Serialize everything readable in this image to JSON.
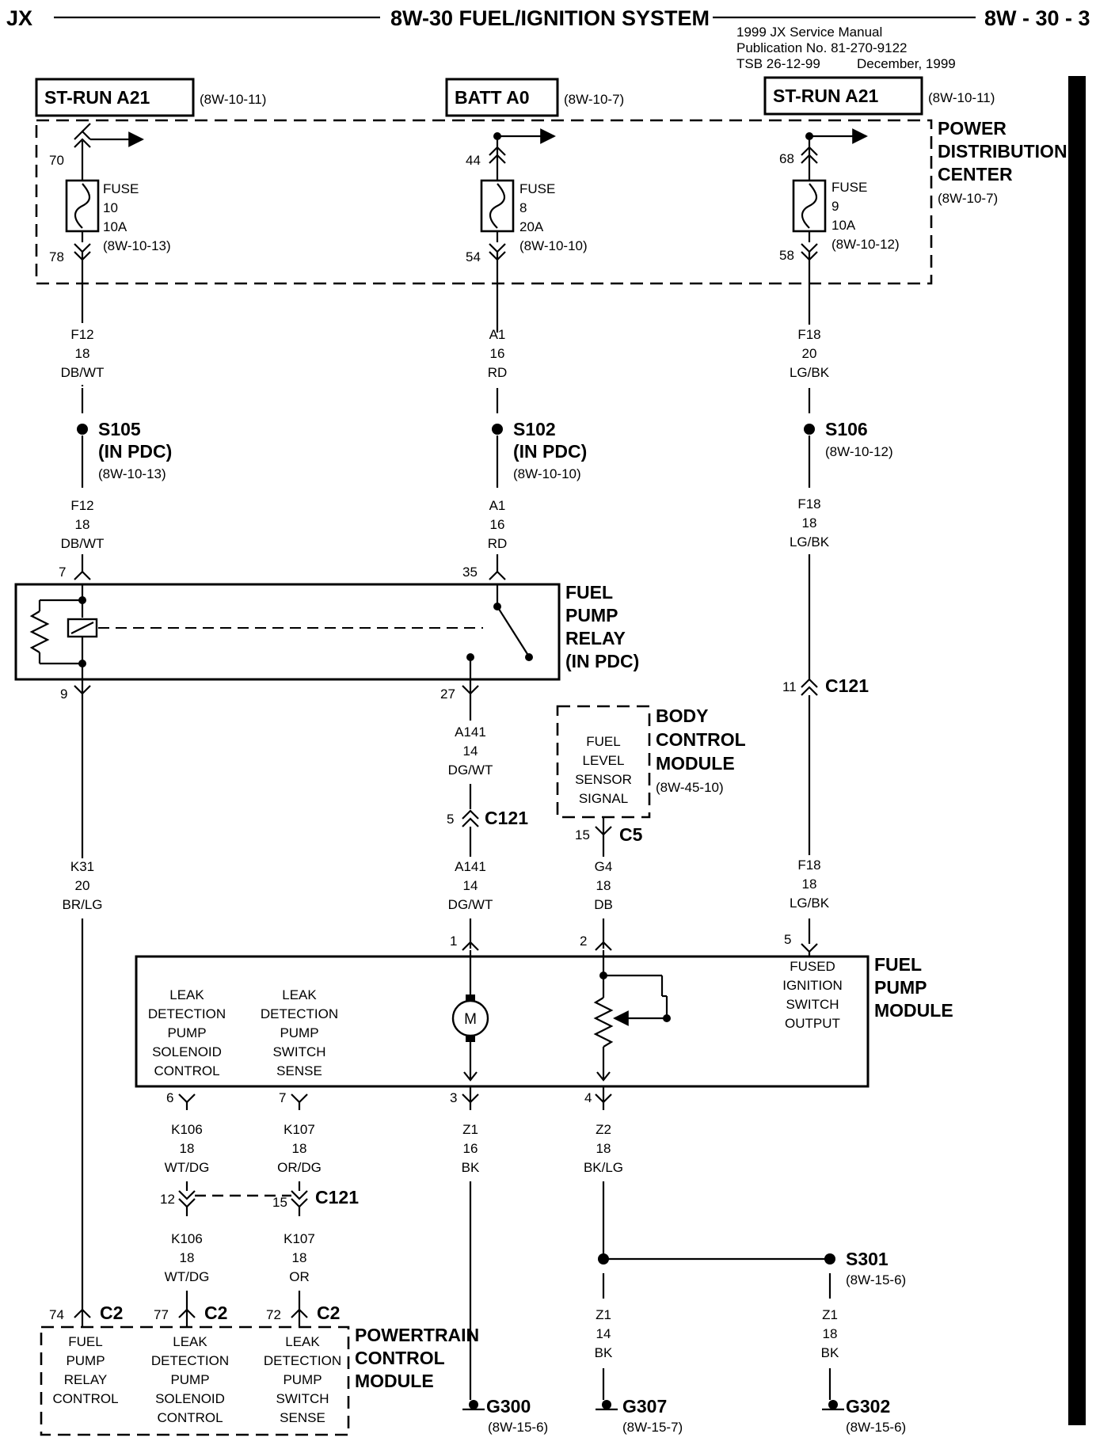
{
  "header": {
    "left": "JX",
    "title": "8W-30 FUEL/IGNITION SYSTEM",
    "page": "8W - 30 - 3",
    "manual": "1999 JX Service Manual",
    "publication": "Publication No. 81-270-9122",
    "tsb": "TSB 26-12-99",
    "date": "December, 1999"
  },
  "sources": [
    {
      "label": "ST-RUN A21",
      "ref": "(8W-10-11)"
    },
    {
      "label": "BATT A0",
      "ref": "(8W-10-7)"
    },
    {
      "label": "ST-RUN A21",
      "ref": "(8W-10-11)"
    }
  ],
  "pdc": {
    "l1": "POWER",
    "l2": "DISTRIBUTION",
    "l3": "CENTER",
    "ref": "(8W-10-7)"
  },
  "fuses": [
    {
      "pin_in": "70",
      "pin_out": "78",
      "l1": "FUSE",
      "l2": "10",
      "l3": "10A",
      "ref": "(8W-10-13)"
    },
    {
      "pin_in": "44",
      "pin_out": "54",
      "l1": "FUSE",
      "l2": "8",
      "l3": "20A",
      "ref": "(8W-10-10)"
    },
    {
      "pin_in": "68",
      "pin_out": "58",
      "l1": "FUSE",
      "l2": "9",
      "l3": "10A",
      "ref": "(8W-10-12)"
    }
  ],
  "wires": {
    "w1": [
      "F12",
      "18",
      "DB/WT"
    ],
    "w2": [
      "A1",
      "16",
      "RD"
    ],
    "w3": [
      "F18",
      "20",
      "LG/BK"
    ],
    "w4": [
      "F12",
      "18",
      "DB/WT"
    ],
    "w5": [
      "A1",
      "16",
      "RD"
    ],
    "w6": [
      "F18",
      "18",
      "LG/BK"
    ],
    "w7": [
      "A141",
      "14",
      "DG/WT"
    ],
    "w8": [
      "K31",
      "20",
      "BR/LG"
    ],
    "w9": [
      "A141",
      "14",
      "DG/WT"
    ],
    "w10": [
      "G4",
      "18",
      "DB"
    ],
    "w11": [
      "F18",
      "18",
      "LG/BK"
    ],
    "w12": [
      "K106",
      "18",
      "WT/DG"
    ],
    "w13": [
      "K107",
      "18",
      "OR/DG"
    ],
    "w14": [
      "Z1",
      "16",
      "BK"
    ],
    "w15": [
      "Z2",
      "18",
      "BK/LG"
    ],
    "w16": [
      "K106",
      "18",
      "WT/DG"
    ],
    "w17": [
      "K107",
      "18",
      "OR"
    ],
    "w18": [
      "Z1",
      "14",
      "BK"
    ],
    "w19": [
      "Z1",
      "18",
      "BK"
    ]
  },
  "splices": [
    {
      "name": "S105",
      "sub": "(IN PDC)",
      "ref": "(8W-10-13)"
    },
    {
      "name": "S102",
      "sub": "(IN PDC)",
      "ref": "(8W-10-10)"
    },
    {
      "name": "S106",
      "ref": "(8W-10-12)"
    },
    {
      "name": "S301",
      "ref": "(8W-15-6)"
    }
  ],
  "relay": {
    "l1": "FUEL",
    "l2": "PUMP",
    "l3": "RELAY",
    "l4": "(IN PDC)",
    "pin_a": "7",
    "pin_b": "35",
    "pin_c": "9",
    "pin_d": "27"
  },
  "bcm": {
    "l1": "BODY",
    "l2": "CONTROL",
    "l3": "MODULE",
    "ref": "(8W-45-10)",
    "s1": "FUEL",
    "s2": "LEVEL",
    "s3": "SENSOR",
    "s4": "SIGNAL",
    "pin": "15",
    "conn": "C5"
  },
  "connectors": {
    "c121_a_pin": "11",
    "c121_a": "C121",
    "c121_b_pin": "5",
    "c121_b": "C121",
    "c121_c_pin1": "12",
    "c121_c_pin2": "15",
    "c121_c": "C121"
  },
  "fpm": {
    "l1": "FUEL",
    "l2": "PUMP",
    "l3": "MODULE",
    "pin1": "1",
    "pin2": "2",
    "pin5": "5",
    "pin3": "3",
    "pin4": "4",
    "pin6": "6",
    "pin7": "7",
    "motor": "M",
    "c1": [
      "LEAK",
      "DETECTION",
      "PUMP",
      "SOLENOID",
      "CONTROL"
    ],
    "c2": [
      "LEAK",
      "DETECTION",
      "PUMP",
      "SWITCH",
      "SENSE"
    ],
    "c3": [
      "FUSED",
      "IGNITION",
      "SWITCH",
      "OUTPUT"
    ]
  },
  "pcm": {
    "l1": "POWERTRAIN",
    "l2": "CONTROL",
    "l3": "MODULE",
    "pin_a": "74",
    "pin_b": "77",
    "pin_c": "72",
    "conn": "C2",
    "c1": [
      "FUEL",
      "PUMP",
      "RELAY",
      "CONTROL"
    ],
    "c2": [
      "LEAK",
      "DETECTION",
      "PUMP",
      "SOLENOID",
      "CONTROL"
    ],
    "c3": [
      "LEAK",
      "DETECTION",
      "PUMP",
      "SWITCH",
      "SENSE"
    ]
  },
  "grounds": [
    {
      "name": "G300",
      "ref": "(8W-15-6)"
    },
    {
      "name": "G307",
      "ref": "(8W-15-7)"
    },
    {
      "name": "G302",
      "ref": "(8W-15-6)"
    }
  ]
}
